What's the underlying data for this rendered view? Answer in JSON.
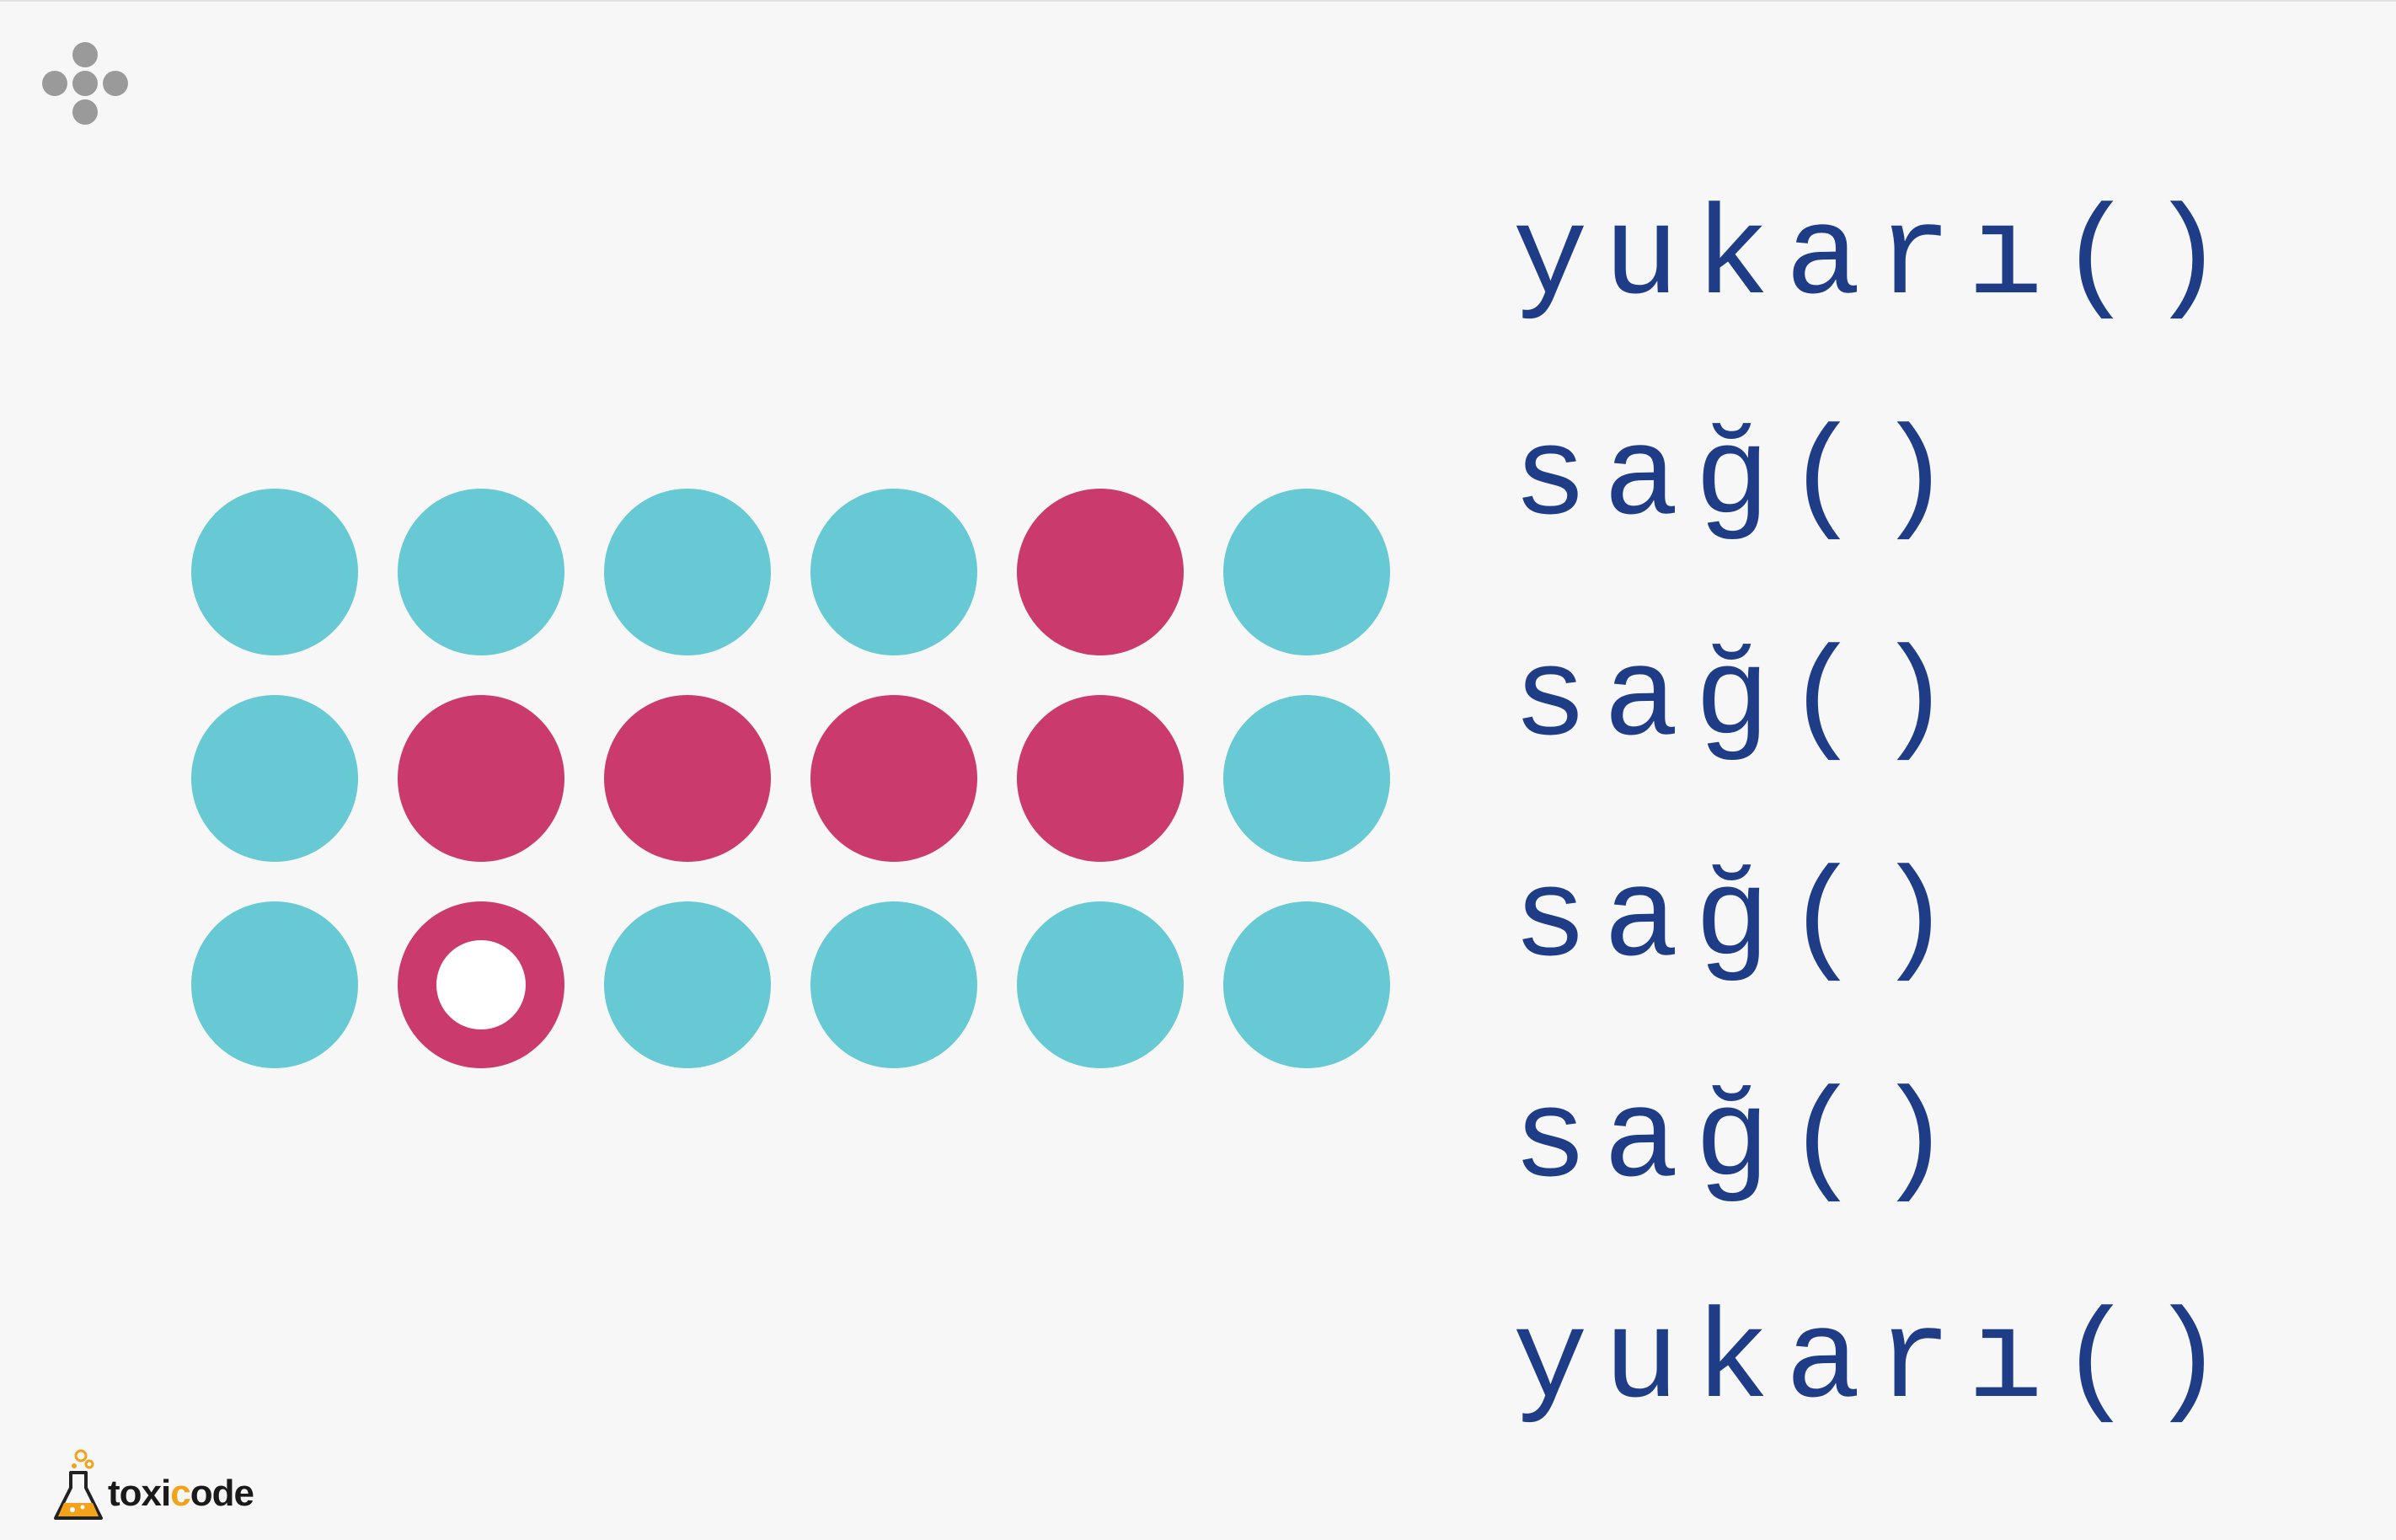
{
  "board": {
    "rows": [
      [
        "empty",
        "empty",
        "empty",
        "empty",
        "path",
        "empty"
      ],
      [
        "empty",
        "path",
        "path",
        "path",
        "path",
        "empty"
      ],
      [
        "empty",
        "player",
        "empty",
        "empty",
        "empty",
        "empty"
      ]
    ]
  },
  "colors": {
    "empty_cell": "#66c9d4",
    "path_cell": "#ca3a6d",
    "code_text": "#1e3d86",
    "background": "#f7f7f7"
  },
  "code": {
    "commands": [
      "yukarı()",
      "sağ()",
      "sağ()",
      "sağ()",
      "sağ()",
      "yukarı()"
    ]
  },
  "logo": {
    "text_main": "toxi",
    "text_accent": "c",
    "text_end": "ode"
  },
  "icons": {
    "menu": "dpad-menu-icon",
    "logo": "flask-icon"
  }
}
